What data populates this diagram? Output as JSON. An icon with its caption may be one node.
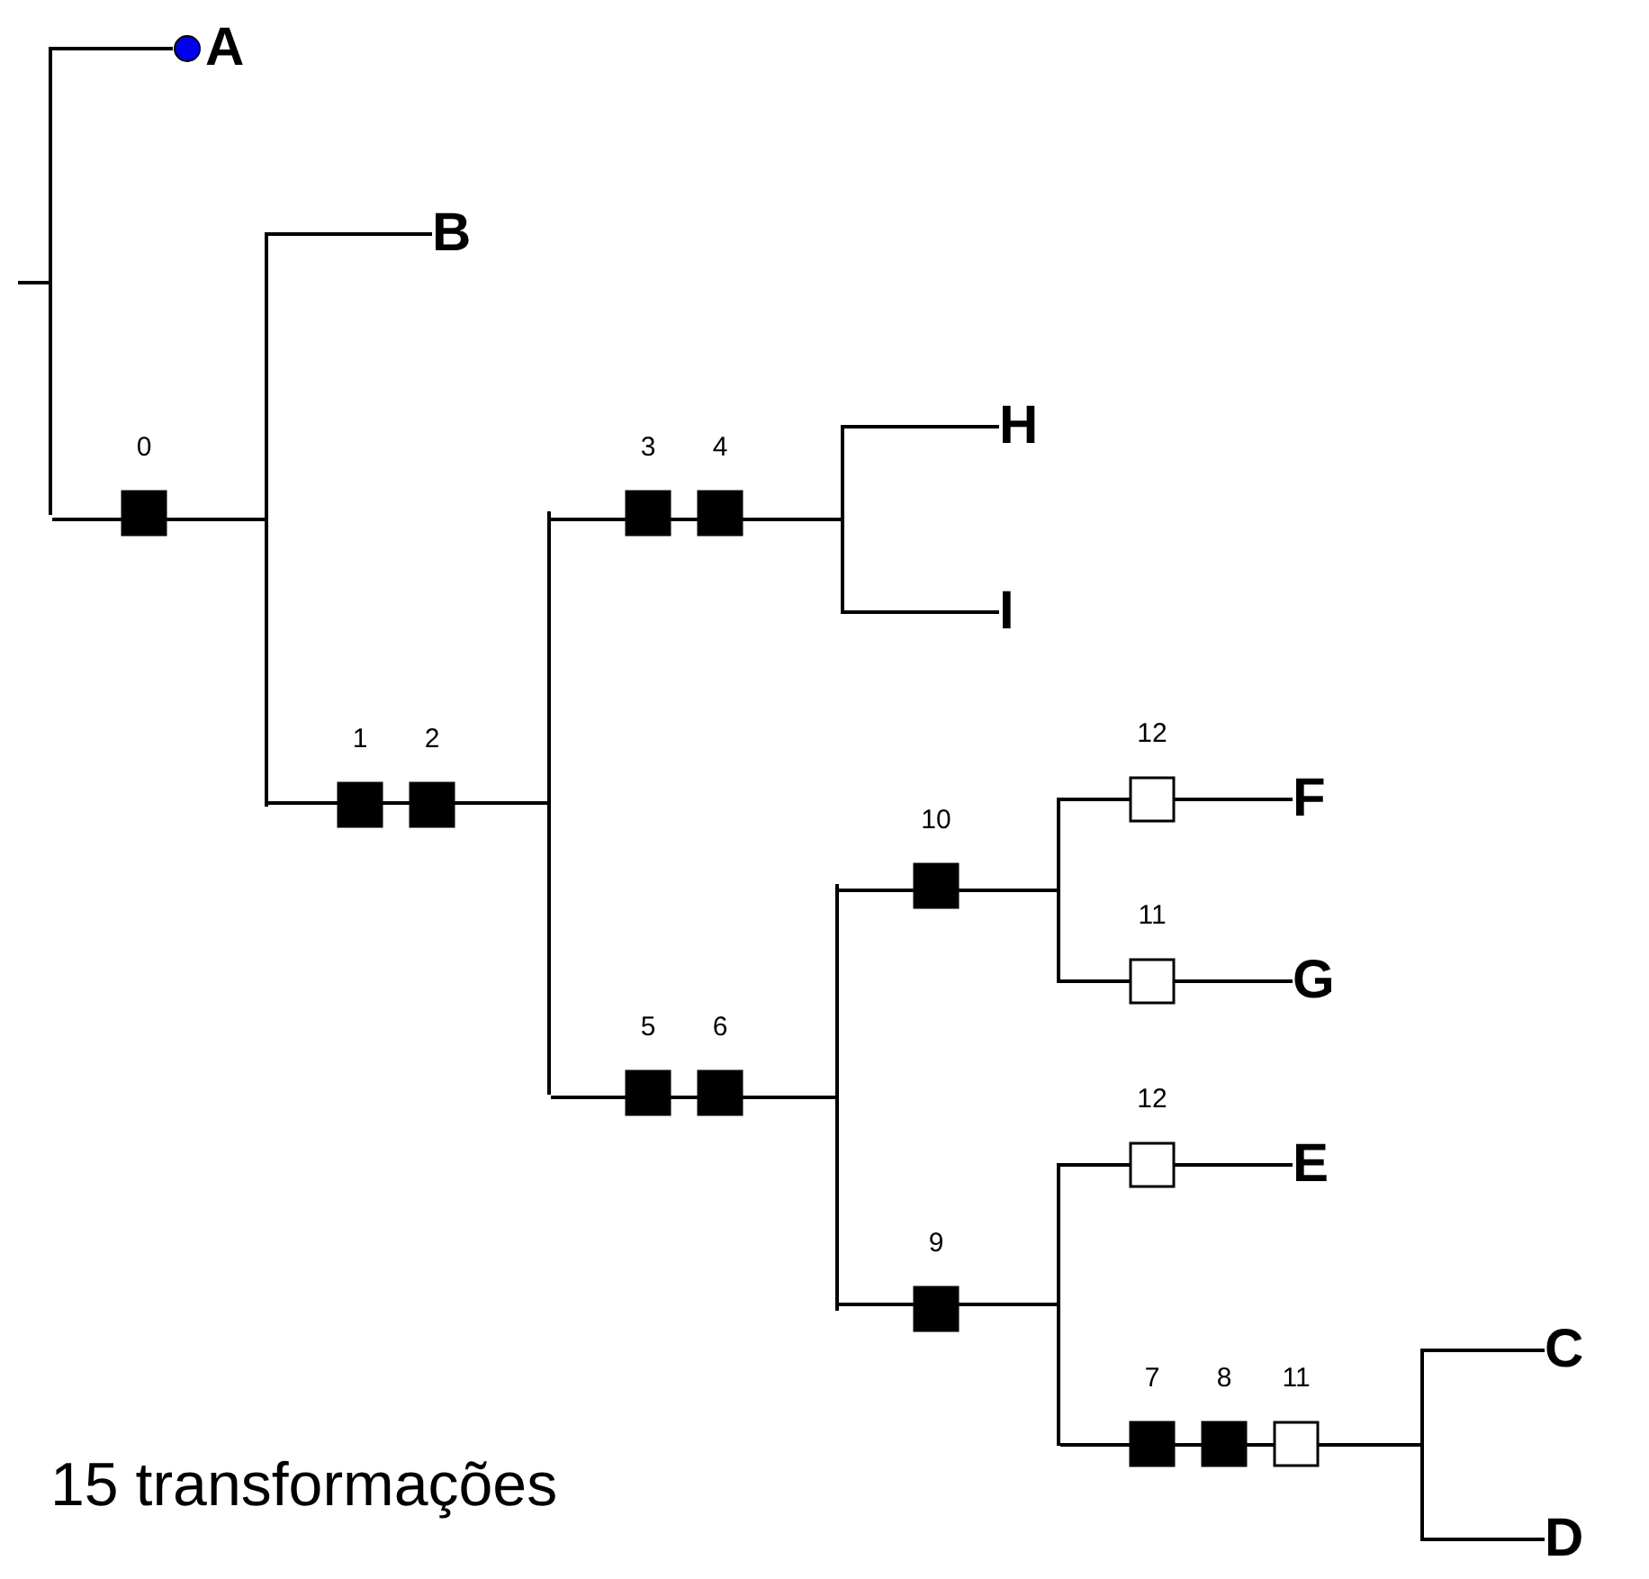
{
  "diagram": {
    "caption": "15 transformações",
    "nodes": [
      {
        "text": [],
        "shape": "bar"
      },
      {
        "text": [
          "A"
        ]
      },
      {
        "text": [],
        "shape": "bar"
      },
      {
        "text": [
          "B"
        ]
      },
      {
        "text": [],
        "shape": "bar"
      },
      {
        "text": [],
        "shape": "bar"
      },
      {
        "text": [
          "H"
        ]
      },
      {
        "text": [
          "I"
        ]
      },
      {
        "text": [],
        "shape": "bar"
      },
      {
        "text": [],
        "shape": "bar"
      },
      {
        "text": [
          "F"
        ]
      },
      {
        "text": [
          "G"
        ]
      },
      {
        "text": [],
        "shape": "bar"
      },
      {
        "text": [
          "E"
        ]
      },
      {
        "text": [],
        "shape": "bar"
      },
      {
        "text": [
          "C"
        ]
      },
      {
        "text": [
          "D"
        ]
      }
    ],
    "edges": [
      {
        "from": null,
        "to": 0,
        "arrow": "none"
      },
      {
        "from": 0,
        "to": 1,
        "arrow": "none"
      },
      {
        "from": 0,
        "to": 2,
        "arrow": "none"
      },
      {
        "from": 2,
        "to": 3,
        "arrow": "none"
      },
      {
        "from": 2,
        "to": 4,
        "arrow": "none"
      },
      {
        "from": 4,
        "to": 5,
        "arrow": "none"
      },
      {
        "from": 5,
        "to": 6,
        "arrow": "none"
      },
      {
        "from": 5,
        "to": 7,
        "arrow": "none"
      },
      {
        "from": 4,
        "to": 8,
        "arrow": "none"
      },
      {
        "from": 8,
        "to": 9,
        "arrow": "none"
      },
      {
        "from": 9,
        "to": 10,
        "arrow": "none"
      },
      {
        "from": 9,
        "to": 11,
        "arrow": "none"
      },
      {
        "from": 8,
        "to": 12,
        "arrow": "none"
      },
      {
        "from": 12,
        "to": 13,
        "arrow": "none"
      },
      {
        "from": 12,
        "to": 14,
        "arrow": "none"
      },
      {
        "from": 14,
        "to": 15,
        "arrow": "none"
      },
      {
        "from": 14,
        "to": 16,
        "arrow": "none"
      }
    ],
    "labels": [
      "0",
      "3",
      "4",
      "1",
      "2",
      "12",
      "10",
      "11",
      "5",
      "6",
      "12",
      "9",
      "7",
      "8",
      "11"
    ]
  }
}
